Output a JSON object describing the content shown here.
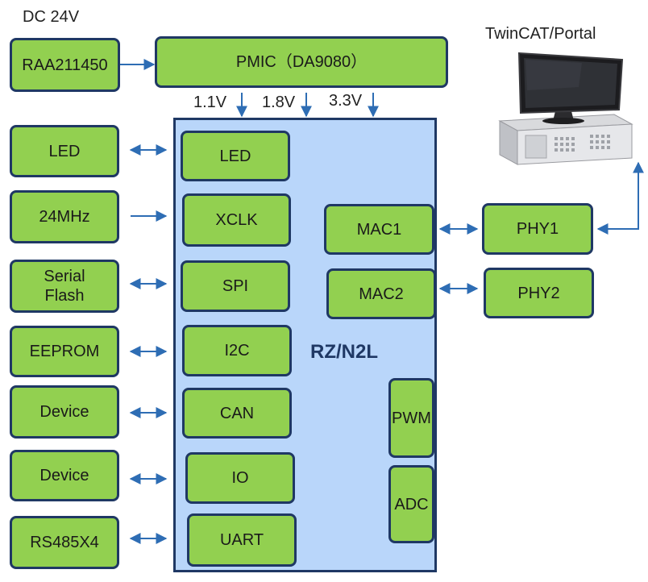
{
  "power_source": "DC 24V",
  "regulator": "RAA211450",
  "pmic": "PMIC（DA9080）",
  "rails": [
    "1.1V",
    "1.8V",
    "3.3V"
  ],
  "pc_label": "TwinCAT/Portal",
  "chip_name": "RZ/N2L",
  "external_devices": [
    "LED",
    "24MHz",
    "Serial\nFlash",
    "EEPROM",
    "Device",
    "Device",
    "RS485X4"
  ],
  "peripherals": [
    "LED",
    "XCLK",
    "SPI",
    "I2C",
    "CAN",
    "IO",
    "UART"
  ],
  "macs": [
    "MAC1",
    "MAC2"
  ],
  "phys": [
    "PHY1",
    "PHY2"
  ],
  "analog_blocks": [
    "PWM",
    "ADC"
  ],
  "colors": {
    "block_fill": "#92d050",
    "chip_fill": "#b9d6fa",
    "border": "#1f3864",
    "arrow": "#2e6db4"
  }
}
